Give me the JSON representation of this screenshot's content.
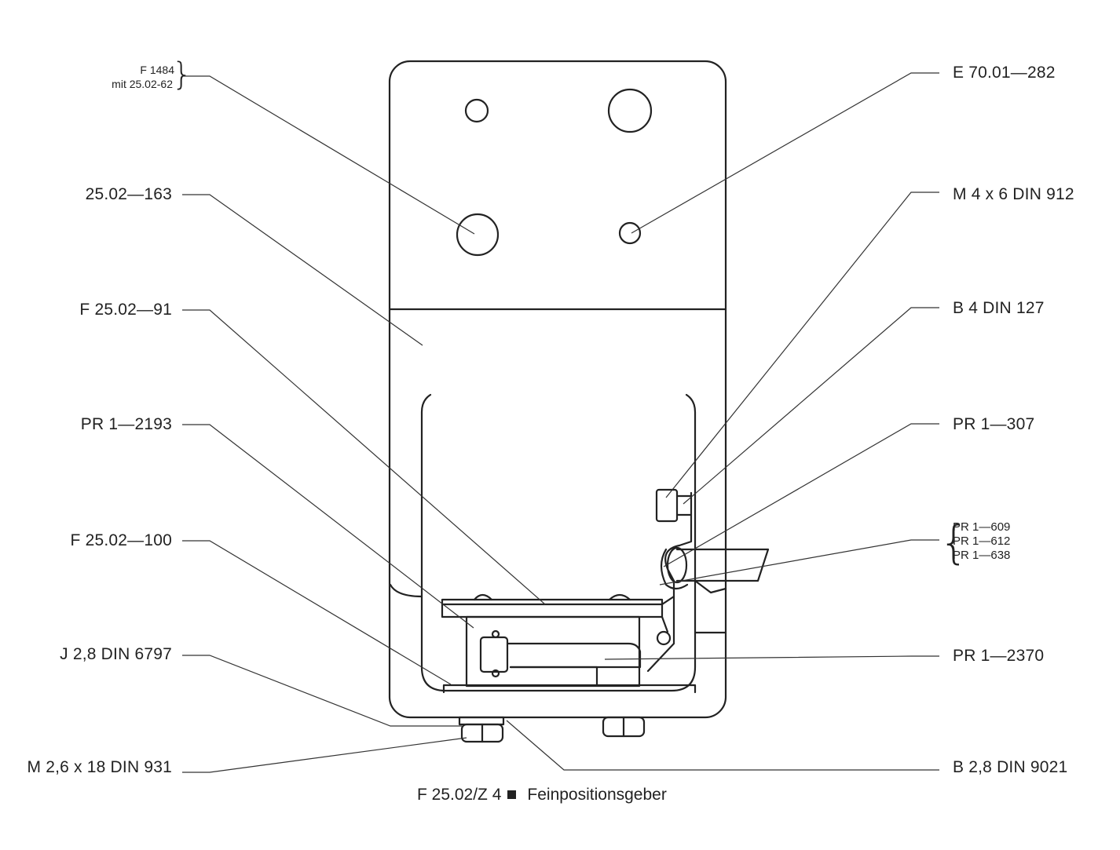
{
  "figure": {
    "caption_code": "F 25.02/Z 4",
    "caption_title": "Feinpositionsgeber"
  },
  "labels_left": [
    {
      "id": "f1484",
      "lines": [
        "F 1484",
        "mit 25.02-62"
      ]
    },
    {
      "id": "p163",
      "text": "25.02—163"
    },
    {
      "id": "f91",
      "text": "F 25.02—91"
    },
    {
      "id": "pr2193",
      "text": "PR 1—2193"
    },
    {
      "id": "f100",
      "text": "F 25.02—100"
    },
    {
      "id": "j28",
      "text": "J 2,8 DIN 6797"
    },
    {
      "id": "m26",
      "text": "M 2,6 x 18 DIN 931"
    }
  ],
  "labels_right": [
    {
      "id": "e70",
      "text": "E 70.01—282"
    },
    {
      "id": "m4x6",
      "text": "M 4 x 6 DIN 912"
    },
    {
      "id": "b4",
      "text": "B 4 DIN 127"
    },
    {
      "id": "pr307",
      "text": "PR 1—307"
    },
    {
      "id": "pr_group",
      "lines": [
        "PR 1—609",
        "PR 1—612",
        "PR 1—638"
      ]
    },
    {
      "id": "pr2370",
      "text": "PR 1—2370"
    },
    {
      "id": "b28",
      "text": "B 2,8 DIN 9021"
    }
  ]
}
